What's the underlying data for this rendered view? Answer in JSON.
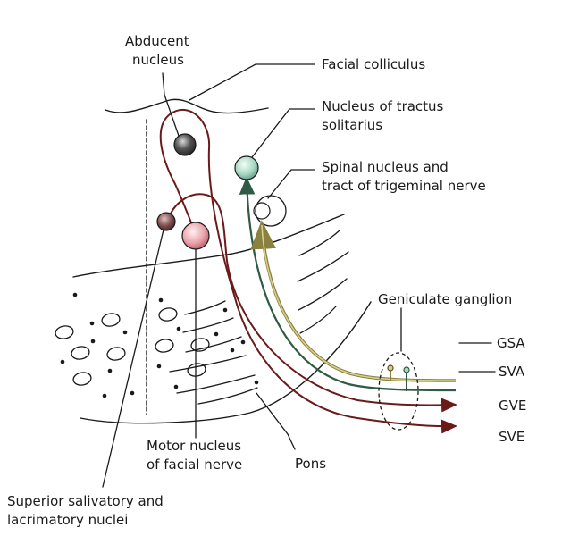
{
  "labels": {
    "abducent_1": "Abducent",
    "abducent_2": "nucleus",
    "facial_colliculus": "Facial colliculus",
    "tractus_1": "Nucleus of tractus",
    "tractus_2": "solitarius",
    "spinal_1": "Spinal nucleus and",
    "spinal_2": "tract of trigeminal nerve",
    "geniculate": "Geniculate ganglion",
    "gsa": "GSA",
    "sva": "SVA",
    "gve": "GVE",
    "sve": "SVE",
    "motor_1": "Motor nucleus",
    "motor_2": "of facial nerve",
    "pons": "Pons",
    "salivatory_1": "Superior salivatory and",
    "salivatory_2": "lacrimatory nuclei"
  },
  "colors": {
    "line": "#1a1a1a",
    "gsa_fiber": "#b5ad6a",
    "sva_fiber": "#2f5a45",
    "motor_fiber": "#6b1a1a",
    "abducent_nucleus": "#4a4a4a",
    "tractus_nucleus": "#a9d8c4",
    "motor_nucleus": "#e8a0a8",
    "salivatory_nucleus": "#7a4a4a"
  }
}
